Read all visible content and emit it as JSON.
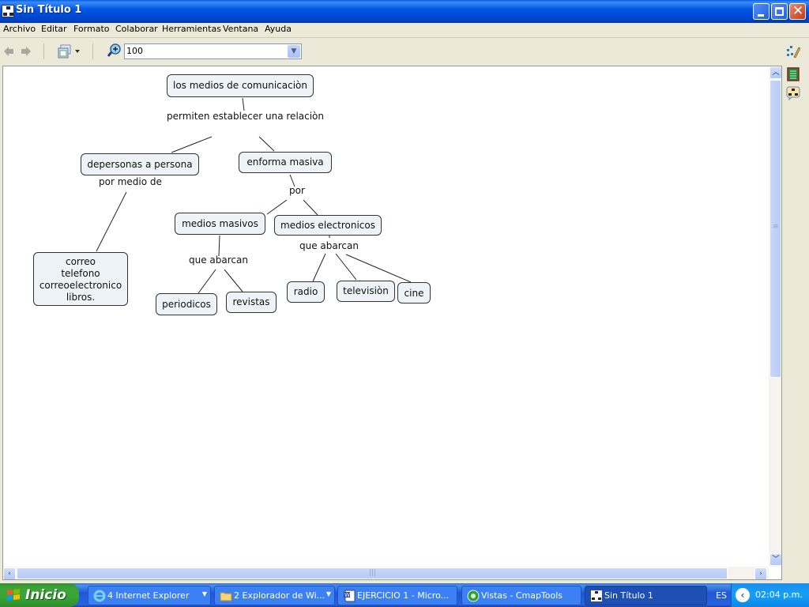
{
  "window": {
    "title": "Sin Título 1",
    "controls": {
      "minimize": "minimize",
      "maximize": "restore",
      "close": "close"
    }
  },
  "menubar": {
    "items": [
      {
        "label": "Archivo"
      },
      {
        "label": "Editar"
      },
      {
        "label": "Formato"
      },
      {
        "label": "Colaborar"
      },
      {
        "label": "Herramientas"
      },
      {
        "label": "Ventana"
      },
      {
        "label": "Ayuda"
      }
    ]
  },
  "toolbar": {
    "back_icon": "arrow-left-icon",
    "forward_icon": "arrow-right-icon",
    "view_icon": "views-window-icon",
    "zoom_icon": "zoom-magnifier-icon",
    "zoom_value": "100",
    "right_tools": [
      "styles-palette-icon",
      "info-list-icon",
      "cmap-collab-icon"
    ]
  },
  "concept_map": {
    "node_fill": "#edf3f6",
    "node_border": "#333333",
    "nodes": [
      {
        "id": "n1",
        "label": "los medios de comunicaciòn"
      },
      {
        "id": "n2",
        "label": "depersonas a persona"
      },
      {
        "id": "n3",
        "label": "enforma masiva"
      },
      {
        "id": "n4",
        "lines": [
          "correo",
          "telefono",
          "correoelectronico",
          "libros."
        ]
      },
      {
        "id": "n5",
        "label": "medios masivos"
      },
      {
        "id": "n6",
        "label": "medios electronicos"
      },
      {
        "id": "n7",
        "label": "periodicos"
      },
      {
        "id": "n8",
        "label": "revistas"
      },
      {
        "id": "n9",
        "label": "radio"
      },
      {
        "id": "n10",
        "label": "televisiòn"
      },
      {
        "id": "n11",
        "label": "cine"
      }
    ],
    "link_labels": [
      {
        "id": "l1",
        "label": "permiten establecer una relaciòn"
      },
      {
        "id": "l2",
        "label": "por medio de"
      },
      {
        "id": "l3",
        "label": "por"
      },
      {
        "id": "l4",
        "label": "que abarcan"
      },
      {
        "id": "l5",
        "label": "que abarcan"
      }
    ]
  },
  "scrollbars": {
    "vertical": {
      "up": "▲",
      "down": "▼",
      "grip": "≡"
    },
    "horizontal": {
      "left": "◀",
      "right": "▶",
      "grip": "|||"
    }
  },
  "taskbar": {
    "start_label": "Inicio",
    "tasks": [
      {
        "label": "4 Internet Explorer",
        "icon": "internet-explorer-icon",
        "grouped": true
      },
      {
        "label": "2 Explorador de Wi...",
        "icon": "folder-icon",
        "grouped": true
      },
      {
        "label": "EJERCICIO 1 - Micro...",
        "icon": "word-doc-icon",
        "grouped": false
      },
      {
        "label": "Vistas - CmapTools",
        "icon": "cmaptools-icon",
        "grouped": false
      },
      {
        "label": "Sin Título 1",
        "icon": "cmap-document-icon",
        "grouped": false,
        "active": true
      }
    ],
    "language": "ES",
    "clock": "02:04 p.m."
  }
}
